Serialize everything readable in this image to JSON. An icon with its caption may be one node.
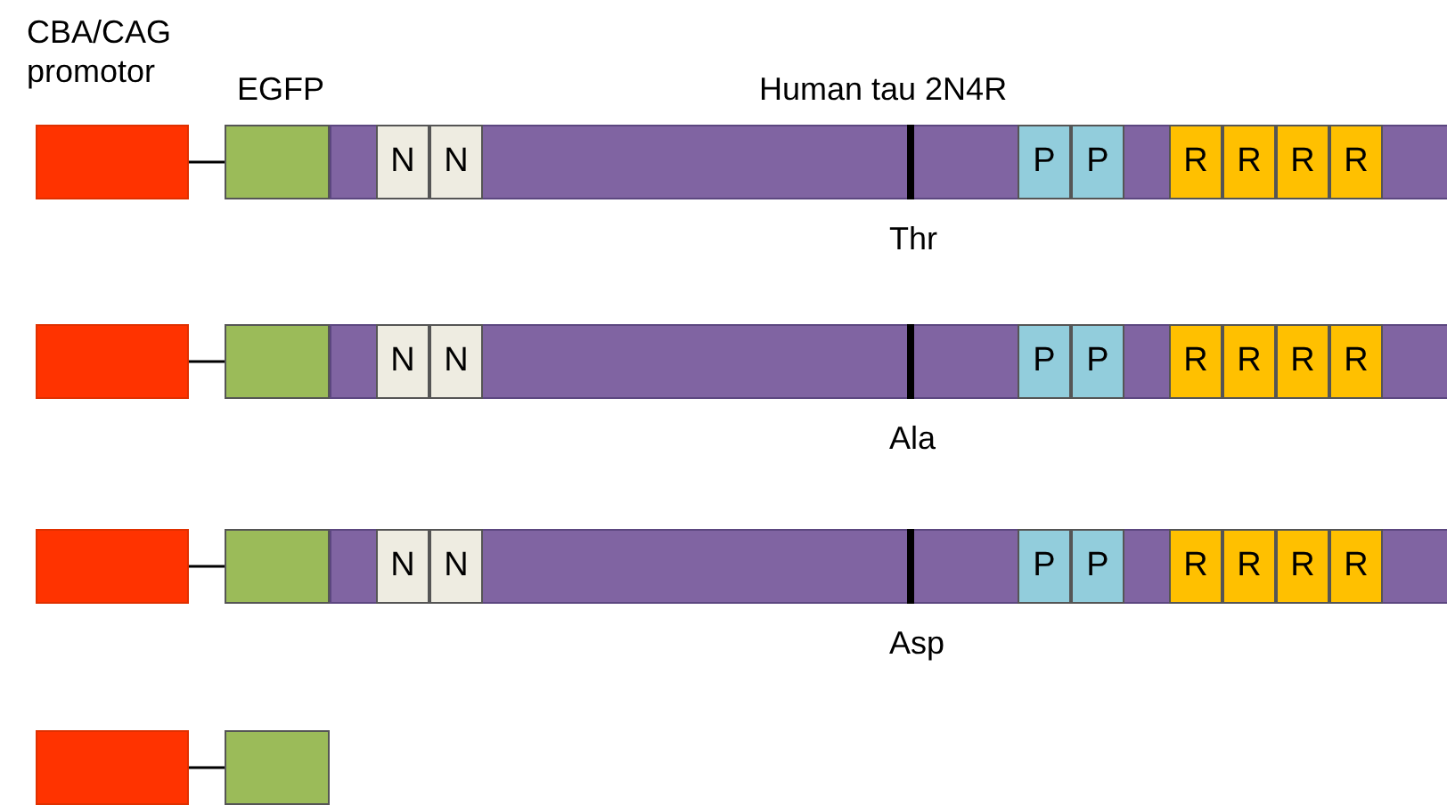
{
  "diagram": {
    "nodes": [
      {
        "text": [
          "CBA/CAG promotor"
        ]
      },
      {
        "text": [
          "EGFP"
        ]
      },
      {
        "text": [
          "Human tau 2N4R"
        ],
        "beside": [
          "Thr"
        ]
      },
      {
        "text": [
          "N"
        ],
        "in": 2
      },
      {
        "text": [
          "N"
        ],
        "in": 2
      },
      {
        "text": [
          "P"
        ],
        "in": 2
      },
      {
        "text": [
          "P"
        ],
        "in": 2
      },
      {
        "text": [
          "R"
        ],
        "in": 2
      },
      {
        "text": [
          "R"
        ],
        "in": 2
      },
      {
        "text": [
          "R"
        ],
        "in": 2
      },
      {
        "text": [
          "R"
        ],
        "in": 2
      },
      {
        "text": [],
        "shape": "box"
      },
      {
        "text": [],
        "shape": "box"
      },
      {
        "text": [],
        "shape": "box",
        "beside": [
          "Ala"
        ]
      },
      {
        "text": [
          "N"
        ],
        "in": 13
      },
      {
        "text": [
          "N"
        ],
        "in": 13
      },
      {
        "text": [
          "P"
        ],
        "in": 13
      },
      {
        "text": [
          "P"
        ],
        "in": 13
      },
      {
        "text": [
          "R"
        ],
        "in": 13
      },
      {
        "text": [
          "R"
        ],
        "in": 13
      },
      {
        "text": [
          "R"
        ],
        "in": 13
      },
      {
        "text": [
          "R"
        ],
        "in": 13
      },
      {
        "text": [],
        "shape": "box"
      },
      {
        "text": [],
        "shape": "box"
      },
      {
        "text": [],
        "shape": "box",
        "beside": [
          "Asp"
        ]
      },
      {
        "text": [
          "N"
        ],
        "in": 24
      },
      {
        "text": [
          "N"
        ],
        "in": 24
      },
      {
        "text": [
          "P"
        ],
        "in": 24
      },
      {
        "text": [
          "P"
        ],
        "in": 24
      },
      {
        "text": [
          "R"
        ],
        "in": 24
      },
      {
        "text": [
          "R"
        ],
        "in": 24
      },
      {
        "text": [
          "R"
        ],
        "in": 24
      },
      {
        "text": [
          "R"
        ],
        "in": 24
      },
      {
        "text": [],
        "shape": "box"
      },
      {
        "text": [],
        "shape": "box"
      }
    ],
    "edges": [
      {
        "from": 0,
        "to": 1,
        "arrow": "none"
      },
      {
        "from": 11,
        "to": 12,
        "arrow": "none"
      },
      {
        "from": 22,
        "to": 23,
        "arrow": "none"
      },
      {
        "from": 33,
        "to": 34,
        "arrow": "none"
      }
    ]
  }
}
